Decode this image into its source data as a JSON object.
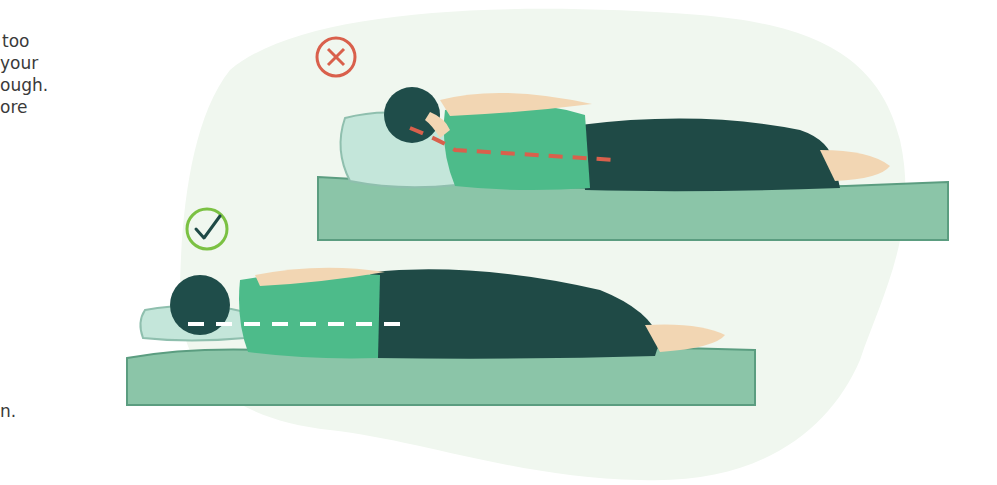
{
  "diagram": {
    "labels": [
      "too",
      "your",
      "ough.",
      "ore",
      "n."
    ]
  }
}
